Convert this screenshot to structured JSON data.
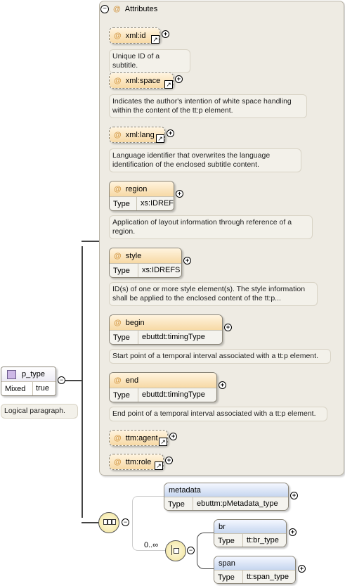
{
  "attributes_panel": {
    "title": "Attributes",
    "toggle": "−",
    "at": "@",
    "attributes": [
      {
        "name": "xml:id",
        "has_type": false,
        "ref": true,
        "doc": "Unique ID of a subtitle."
      },
      {
        "name": "xml:space",
        "has_type": false,
        "ref": true,
        "doc": "Indicates the author's intention of white space handling within the content of the tt:p element."
      },
      {
        "name": "xml:lang",
        "has_type": false,
        "ref": true,
        "doc": "Language identifier that overwrites the language identification of the enclosed subtitle content."
      },
      {
        "name": "region",
        "has_type": true,
        "type_label": "Type",
        "type": "xs:IDREF",
        "doc": "Application of layout information through reference of a region."
      },
      {
        "name": "style",
        "has_type": true,
        "type_label": "Type",
        "type": "xs:IDREFS",
        "doc": "ID(s) of one or more style element(s). The style information shall be applied to the enclosed content of the tt:p..."
      },
      {
        "name": "begin",
        "has_type": true,
        "type_label": "Type",
        "type": "ebuttdt:timingType",
        "doc": "Start point of a temporal interval associated with a tt:p element."
      },
      {
        "name": "end",
        "has_type": true,
        "type_label": "Type",
        "type": "ebuttdt:timingType",
        "doc": "End point of a temporal interval associated with a tt:p element."
      },
      {
        "name": "ttm:agent",
        "has_type": false,
        "ref": true,
        "doc": ""
      },
      {
        "name": "ttm:role",
        "has_type": false,
        "ref": true,
        "doc": ""
      }
    ]
  },
  "p_type": {
    "name": "p_type",
    "mixed_label": "Mixed",
    "mixed_value": "true",
    "doc": "Logical paragraph.",
    "toggle": "−"
  },
  "sequence": {
    "toggle": "−"
  },
  "choice": {
    "cardinality": "0..∞",
    "toggle": "−"
  },
  "elements": {
    "metadata": {
      "name": "metadata",
      "type_label": "Type",
      "type": "ebuttm:pMetadata_type",
      "plus": "+"
    },
    "br": {
      "name": "br",
      "type_label": "Type",
      "type": "tt:br_type",
      "plus": "+"
    },
    "span": {
      "name": "span",
      "type_label": "Type",
      "type": "tt:span_type",
      "plus": "+"
    }
  },
  "plus_symbol": "+",
  "ref_symbol": "↗"
}
